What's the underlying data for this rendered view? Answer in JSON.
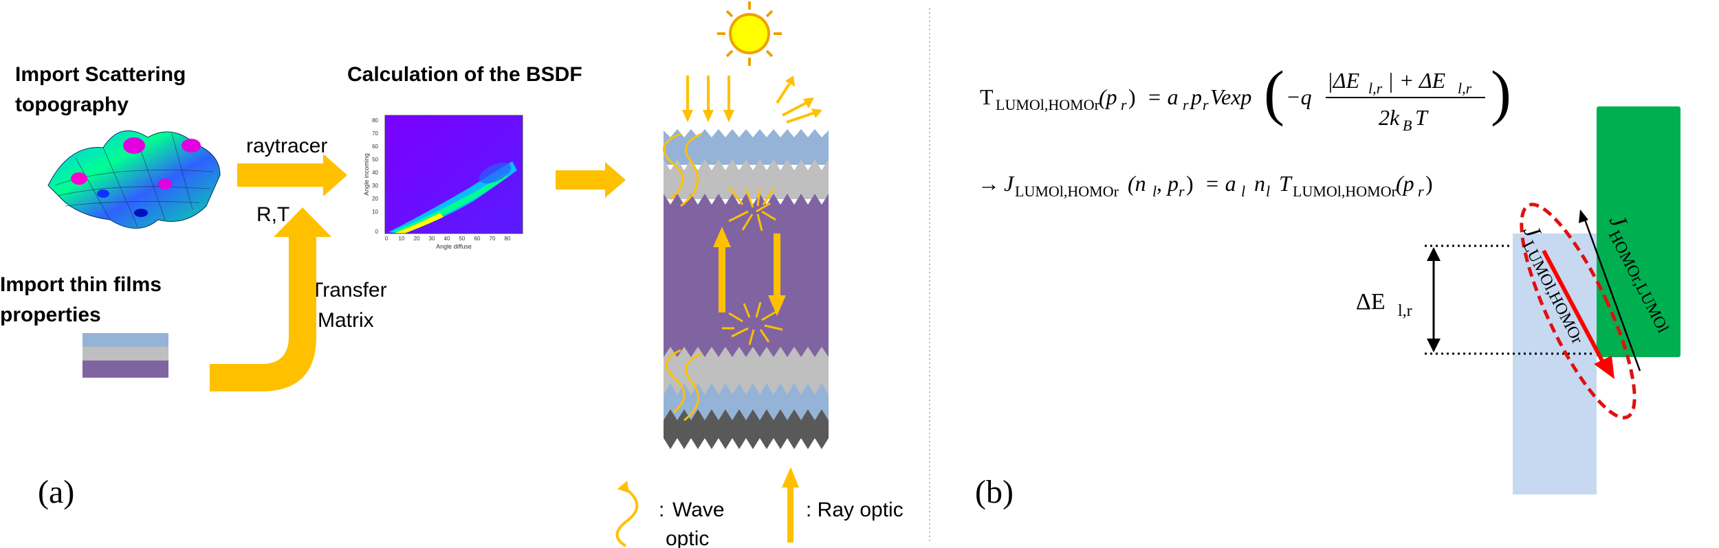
{
  "panel_a": {
    "tag": "(a)",
    "import_scattering": [
      "Import Scattering",
      "topography"
    ],
    "calc_bsdf": "Calculation of the BSDF",
    "raytracer": "raytracer",
    "rt": "R,T",
    "import_thin_films": [
      "Import thin films",
      "properties"
    ],
    "transfer": [
      "Transfer",
      "Matrix"
    ],
    "bsdf_plot": {
      "y_axis_label": "Angle incoming",
      "x_axis_label": "Angle diffuse",
      "x_ticks": [
        "0",
        "10",
        "20",
        "30",
        "40",
        "50",
        "60",
        "70",
        "80"
      ],
      "y_ticks": [
        "0",
        "10",
        "20",
        "30",
        "40",
        "50",
        "60",
        "70",
        "80"
      ]
    },
    "legend": {
      "wave": [
        "Wave",
        "optic"
      ],
      "wave_prefix": ":",
      "ray": ": Ray optic"
    }
  },
  "panel_b": {
    "tag": "(b)",
    "delta_e": "ΔE",
    "delta_e_sub": "l,r",
    "j_lumo_label": "J",
    "j_lumo_sub": "LUMOl,HOMOr",
    "j_homo_label": "J",
    "j_homo_sub": "HOMOr,LUMOl",
    "equation1": {
      "lhs": "T",
      "lhs_sub": "LUMOl,HOMOr",
      "lhs_arg": "(p",
      "lhs_arg_sub": "r",
      "lhs_close": ")",
      "rhs_prefix": "= a",
      "rhs_a_sub": "r",
      "rhs_p": "p",
      "rhs_p_sub": "r",
      "rhs_vexp": "Vexp",
      "minus_q": "−q",
      "numerator": "|ΔE",
      "numerator_sub": "l,r",
      "numerator_rest": "| + ΔE",
      "numerator_sub2": "l,r",
      "denominator": "2k",
      "denominator_sub": "B",
      "denominator_rest": "T"
    },
    "equation2": {
      "arrow": "→",
      "j": "J",
      "j_sub": "LUMOl,HOMOr",
      "args": "(n",
      "args_sub1": "l",
      "args_mid": ", p",
      "args_sub2": "r",
      "args_close": ")",
      "eq": "= a",
      "a_sub": "l",
      "n": "n",
      "n_sub": "l",
      "t": "T",
      "t_sub": "LUMOl,HOMOr",
      "t_arg": "(p",
      "t_arg_sub": "r",
      "t_close": ")"
    }
  },
  "colors": {
    "arrow_yellow": "#ffc000",
    "purple": "#8064a2",
    "light_blue": "#95b3d7",
    "grey": "#bfbfbf",
    "dark_grey": "#595959",
    "green": "#00b050",
    "pale_blue": "#c6d9f1",
    "red": "#ff0000"
  }
}
